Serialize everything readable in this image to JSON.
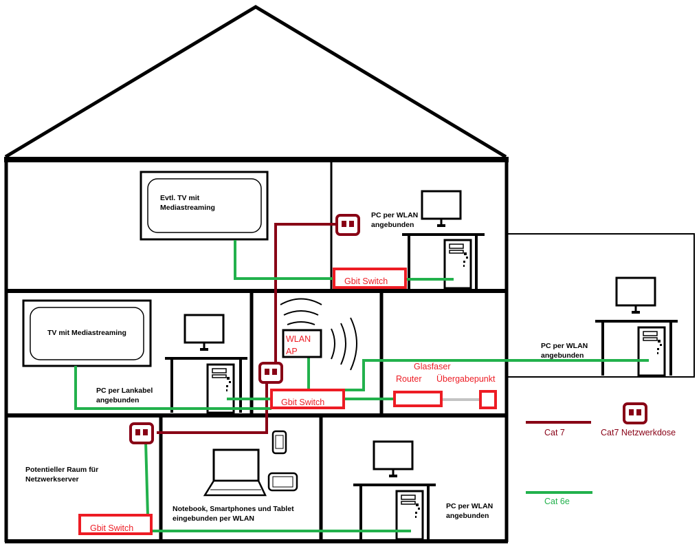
{
  "colors": {
    "wall": "#000000",
    "cat7": "#880015",
    "cat6e": "#22b14c",
    "device_red": "#ed1c24",
    "fiber_link": "#c3c3c3"
  },
  "rooms": {
    "top_left_tv": [
      "Evtl. TV mit",
      "Mediastreaming"
    ],
    "top_right_pc": [
      "PC per WLAN",
      "angebunden"
    ],
    "middle_left_tv": "TV mit Mediastreaming",
    "middle_left_pc": [
      "PC per Lankabel",
      "angebunden"
    ],
    "annex_pc": [
      "PC per WLAN",
      "angebunden"
    ],
    "bottom_left": [
      "Potentieller Raum für",
      "Netzwerkserver"
    ],
    "bottom_middle": [
      "Notebook, Smartphones und Tablet",
      "eingebunden per WLAN"
    ],
    "bottom_right_pc": [
      "PC per WLAN",
      "angebunden"
    ]
  },
  "devices": {
    "switch_top": "Gbit Switch",
    "switch_middle": "Gbit Switch",
    "switch_bottom": "Gbit Switch",
    "wlan_ap": [
      "WLAN",
      "AP"
    ],
    "router": "Router",
    "fiber": [
      "Glasfaser",
      "Übergabepunkt"
    ]
  },
  "legend": {
    "cat7": "Cat 7",
    "socket": "Cat7 Netzwerkdose",
    "cat6e": "Cat 6e"
  },
  "icons": [
    "monitor-icon",
    "pc-tower-icon",
    "desk-icon",
    "tv-icon",
    "laptop-icon",
    "smartphone-icon",
    "tablet-icon",
    "network-socket-icon",
    "wifi-waves-icon"
  ]
}
